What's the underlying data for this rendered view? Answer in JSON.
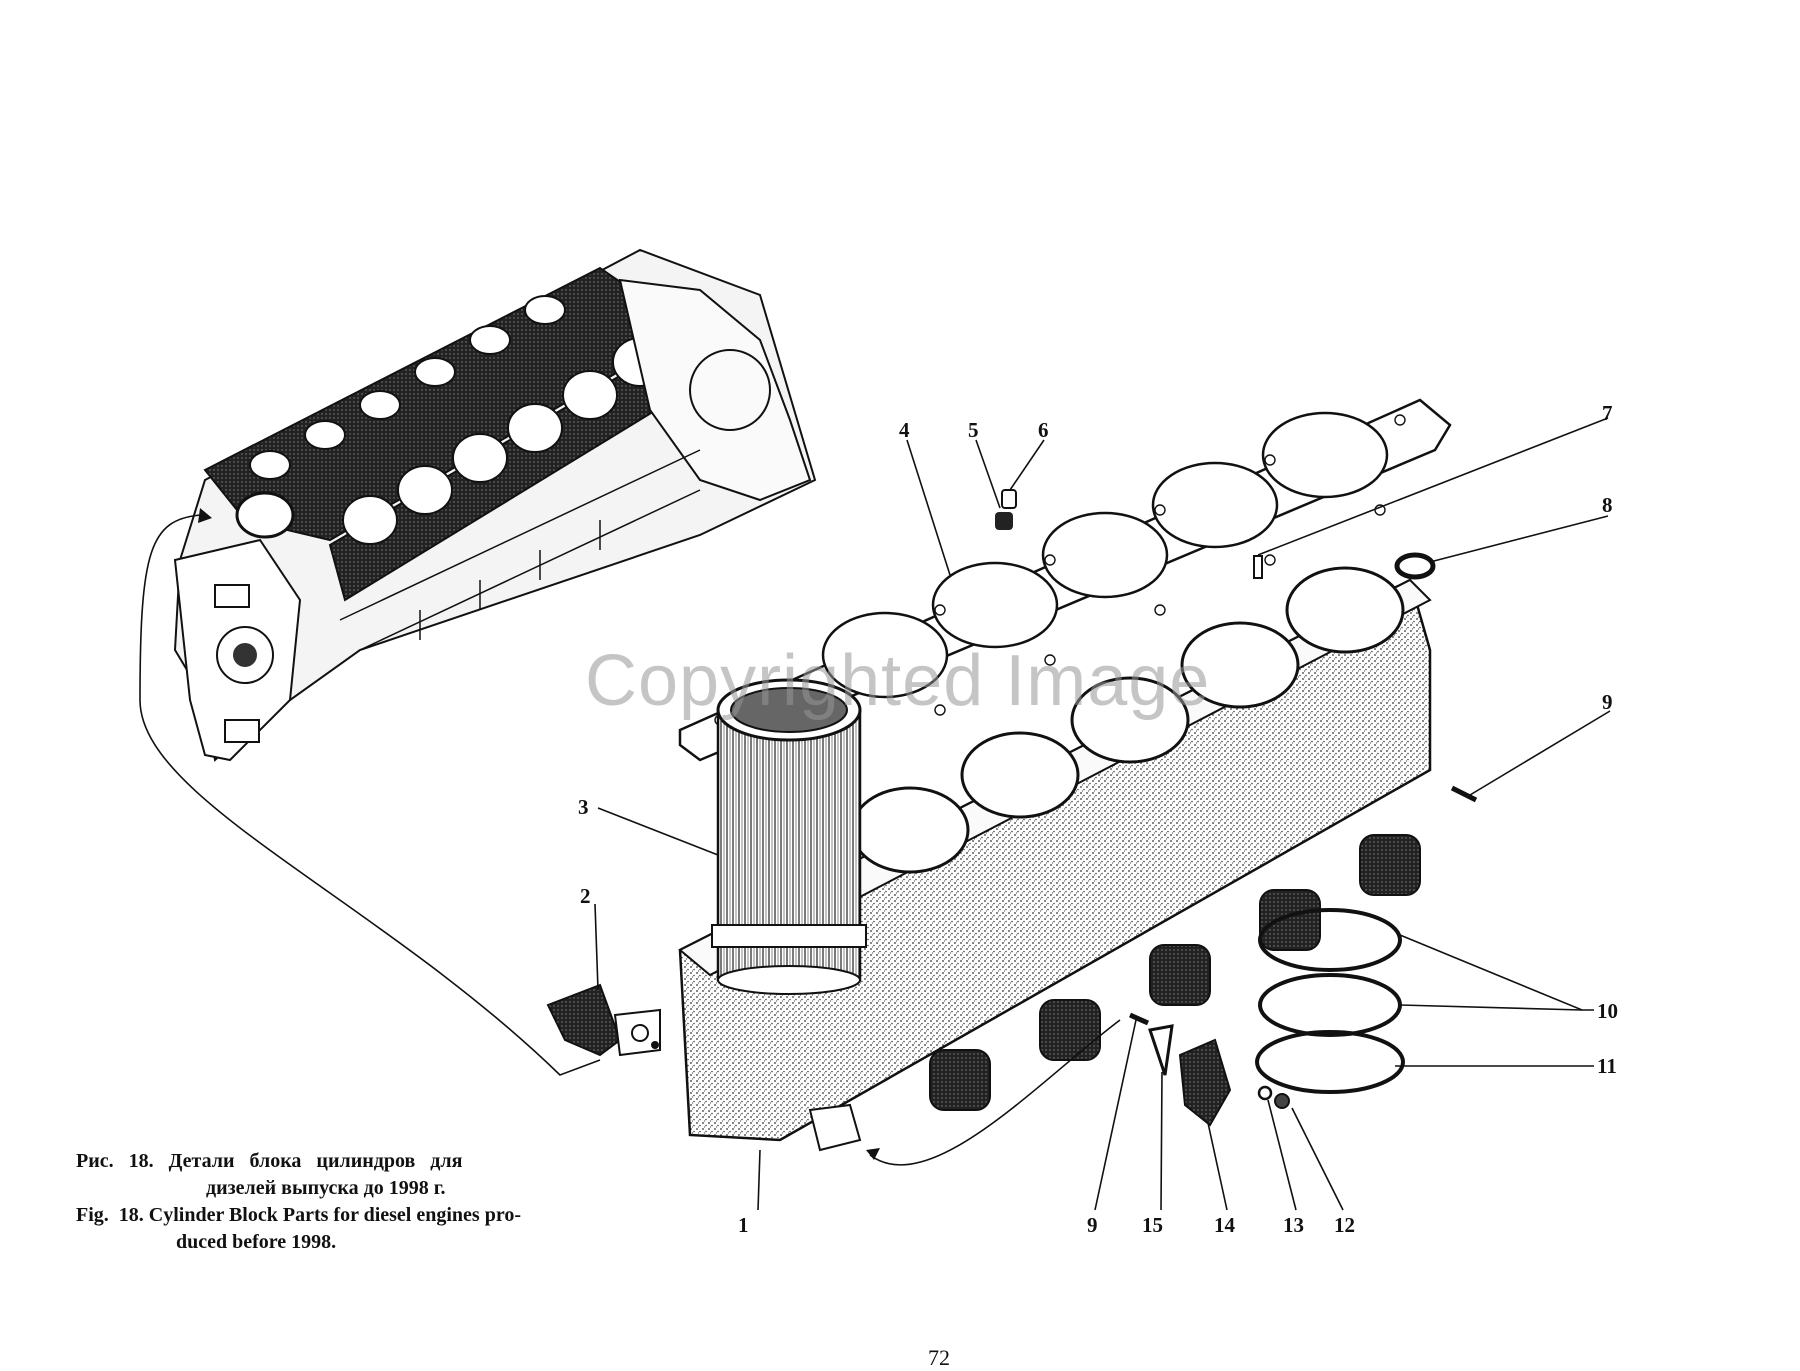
{
  "figure": {
    "callouts": [
      "1",
      "2",
      "3",
      "4",
      "5",
      "6",
      "7",
      "8",
      "9",
      "10",
      "11",
      "12",
      "13",
      "14",
      "15"
    ],
    "callout_9b": "9",
    "caption_ru_line1": "Рис.   18.   Детали   блока   цилиндров   для",
    "caption_ru_line2": "дизелей выпуска до 1998 г.",
    "caption_en_line1": "Fig.  18. Cylinder Block Parts for diesel engines pro-",
    "caption_en_line2": "duced before 1998."
  },
  "watermark": "Copyrighted Image",
  "page_number": "72"
}
